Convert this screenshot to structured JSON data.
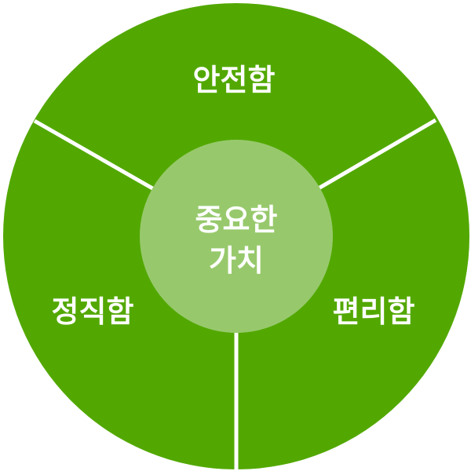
{
  "diagram": {
    "segments": [
      {
        "label": "안전함"
      },
      {
        "label": "편리함"
      },
      {
        "label": "정직함"
      }
    ],
    "center": {
      "line1": "중요한",
      "line2": "가치"
    }
  },
  "colors": {
    "ring": "#52a800",
    "center": "#97c96c",
    "divider": "#ffffff",
    "text": "#ffffff"
  }
}
